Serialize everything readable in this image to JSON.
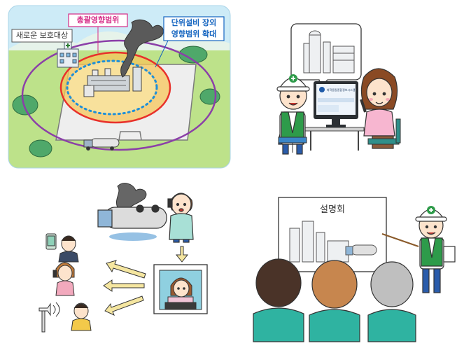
{
  "panel1": {
    "label_total_impact": "총괄영향범위",
    "label_new_protection": "새로운 보호대상",
    "label_unit_line1": "단위설비 장외",
    "label_unit_line2": "영향범위 확대"
  },
  "panel2": {
    "monitor_title": "화학물질종합정보시스템"
  },
  "panel4": {
    "board_title": "설명회"
  },
  "colors": {
    "impact_zone_purple": "#8b3fa8",
    "impact_zone_red": "#e8312b",
    "impact_zone_orange": "#f5b335",
    "impact_zone_blue_dotted": "#1e8fd9",
    "grass_green": "#bde28a",
    "sky_blue": "#cdebf7",
    "safety_vest_green": "#2e9b4a",
    "label_pink": "#d62a86",
    "label_blue": "#1565c0"
  }
}
